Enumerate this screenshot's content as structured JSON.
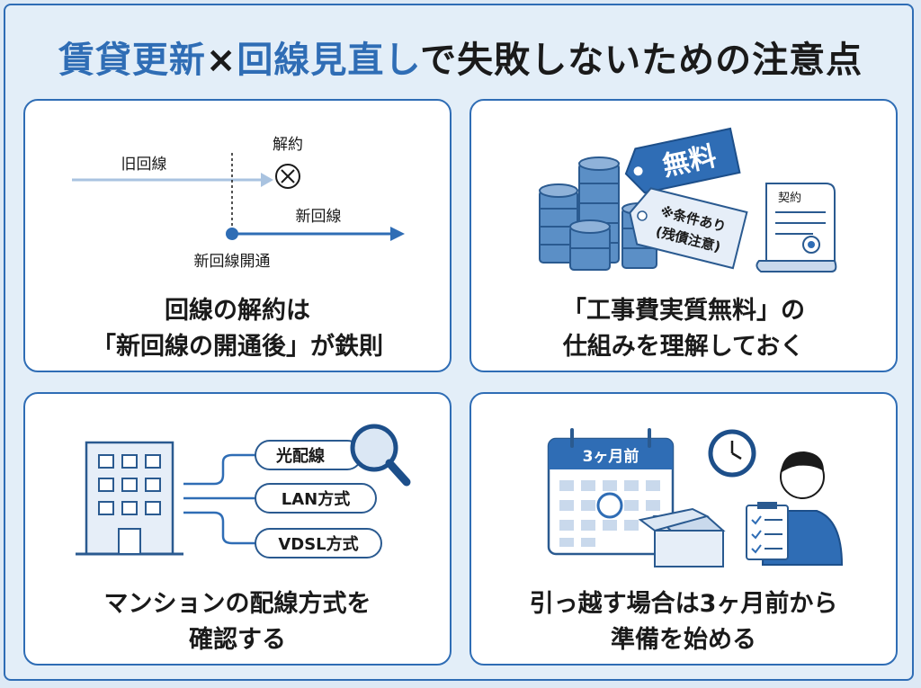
{
  "title": {
    "part1": "賃貸更新",
    "part2": "×",
    "part3": "回線見直し",
    "part4": "で失敗しないための注意点"
  },
  "colors": {
    "accent": "#2f6db5",
    "light": "#a9c3e0",
    "background": "#e3eef8"
  },
  "cards": [
    {
      "id": "line-cancel",
      "labels": {
        "old_line": "旧回線",
        "cancel": "解約",
        "new_line": "新回線",
        "open": "新回線開通"
      },
      "caption": [
        "回線の解約は",
        "「新回線の開通後」が鉄則"
      ]
    },
    {
      "id": "construction-fee",
      "labels": {
        "free": "無料",
        "condition_line1": "※条件あり",
        "condition_line2": "(残債注意)",
        "contract": "契約"
      },
      "caption": [
        "「工事費実質無料」の",
        "仕組みを理解しておく"
      ]
    },
    {
      "id": "wiring-method",
      "labels": {
        "option1": "光配線",
        "option2": "LAN方式",
        "option3": "VDSL方式"
      },
      "caption": [
        "マンションの配線方式を",
        "確認する"
      ]
    },
    {
      "id": "moving-prep",
      "labels": {
        "calendar": "3ヶ月前"
      },
      "caption": [
        "引っ越す場合は3ヶ月前から",
        "準備を始める"
      ]
    }
  ]
}
